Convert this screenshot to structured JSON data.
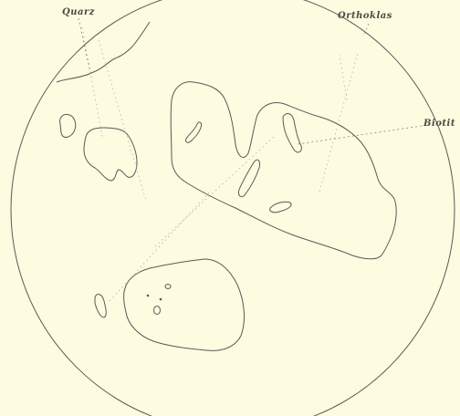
{
  "labels": {
    "quarz": "Quarz",
    "orthoklas": "Orthoklas",
    "biotit": "Biotit"
  },
  "colors": {
    "background": "#fdfbe0",
    "line": "#5a5a55"
  }
}
